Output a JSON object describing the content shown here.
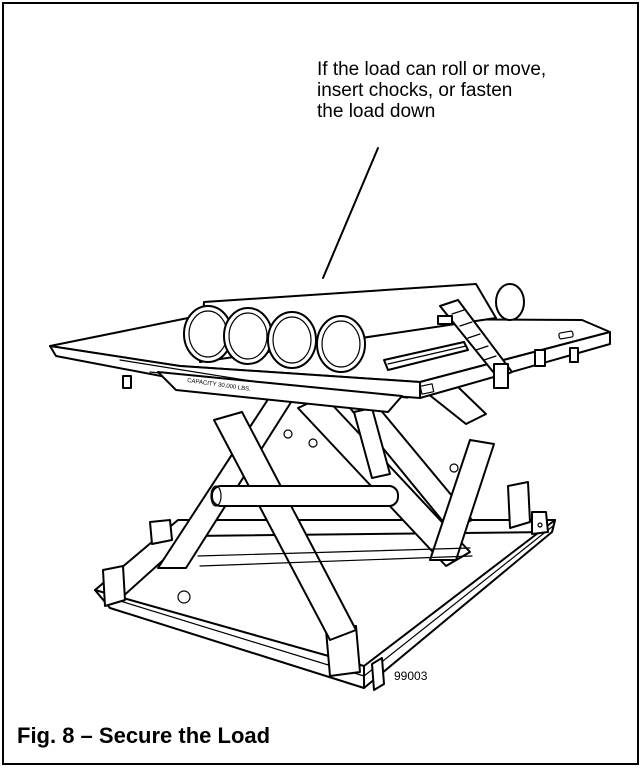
{
  "callout": {
    "lines": [
      "If the load can roll or move,",
      "insert chocks, or fasten",
      "the load down"
    ]
  },
  "figure_id": "99003",
  "caption": "Fig. 8 – Secure the Load",
  "stencil": "CAPACITY 30,000 LBS.",
  "icons": [
    "leader-line",
    "scissor-lift-illustration",
    "pipe-load",
    "chock",
    "tie-down-strap"
  ]
}
